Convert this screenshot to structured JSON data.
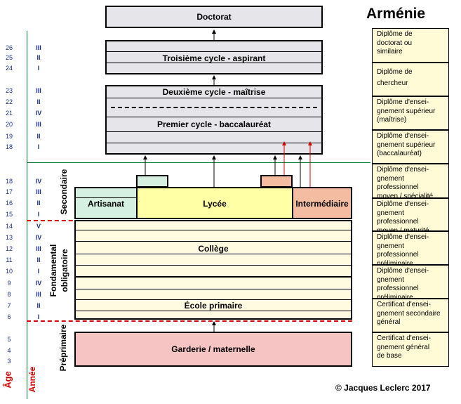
{
  "title": "Arménie",
  "copyright": "© Jacques Leclerc 2017",
  "axis": {
    "age_label": "Âge",
    "year_label": "Année"
  },
  "sections": {
    "secondaire": "Secondaire",
    "fondamental_line1": "Fondamental",
    "fondamental_line2": "obligatoire",
    "preprimaire": "Préprimaire"
  },
  "levels": {
    "doctorat": "Doctorat",
    "troisieme": "Troisième cycle -  aspirant",
    "deuxieme": "Deuxième cycle - maîtrise",
    "premier": "Premier cycle - baccalauréat",
    "artisanat": "Artisanat",
    "lycee": "Lycée",
    "intermediaire": "Intermédiaire",
    "college": "Collège",
    "ecole": "École primaire",
    "garderie": "Garderie / maternelle"
  },
  "ages": [
    "26",
    "25",
    "24",
    "23",
    "22",
    "21",
    "20",
    "19",
    "18",
    "18",
    "17",
    "16",
    "15",
    "14",
    "13",
    "12",
    "11",
    "10",
    "9",
    "8",
    "7",
    "6",
    "5",
    "4",
    "3"
  ],
  "years": [
    "III",
    "II",
    "I",
    "III",
    "II",
    "IV",
    "III",
    "II",
    "I",
    "IV",
    "III",
    "II",
    "I",
    "V",
    "IV",
    "III",
    "II",
    "I",
    "IV",
    "III",
    "II",
    "I"
  ],
  "diplomas": [
    [
      "Diplôme de",
      "doctorat ou",
      "similaire"
    ],
    [
      "Diplôme de",
      "chercheur"
    ],
    [
      "Diplôme d'ensei-",
      "gnement supérieur",
      "(maîtrise)"
    ],
    [
      "Diplôme d'ensei-",
      "gnement supérieur",
      "(baccalauréat)"
    ],
    [
      "Diplôme d'ensei-",
      "gnement professionnel",
      "moyen  /  spécialité"
    ],
    [
      "Diplôme d'ensei-",
      "gnement professionnel",
      "moyen  / maturité"
    ],
    [
      "Diplôme d'ensei-",
      "gnement professionnel",
      "préliminaire"
    ],
    [
      "Diplôme d'ensei-",
      "gnement professionnel",
      "préliminaire"
    ],
    [
      "Certificat d'ensei-",
      "gnement secondaire",
      "général"
    ],
    [
      "Certificat d'ensei-",
      "gnement général",
      "de base"
    ]
  ],
  "colors": {
    "higher": "#e6e6ea",
    "artisanat": "#d5efe1",
    "lycee": "#ffffa6",
    "intermediaire": "#f4bca0",
    "fundamental": "#fffbe0",
    "garderie": "#f7c4c4",
    "diploma": "#fffbd6",
    "red_line": "#d40000",
    "green_line": "#007a2e",
    "blue_text": "#1a2e8a"
  }
}
